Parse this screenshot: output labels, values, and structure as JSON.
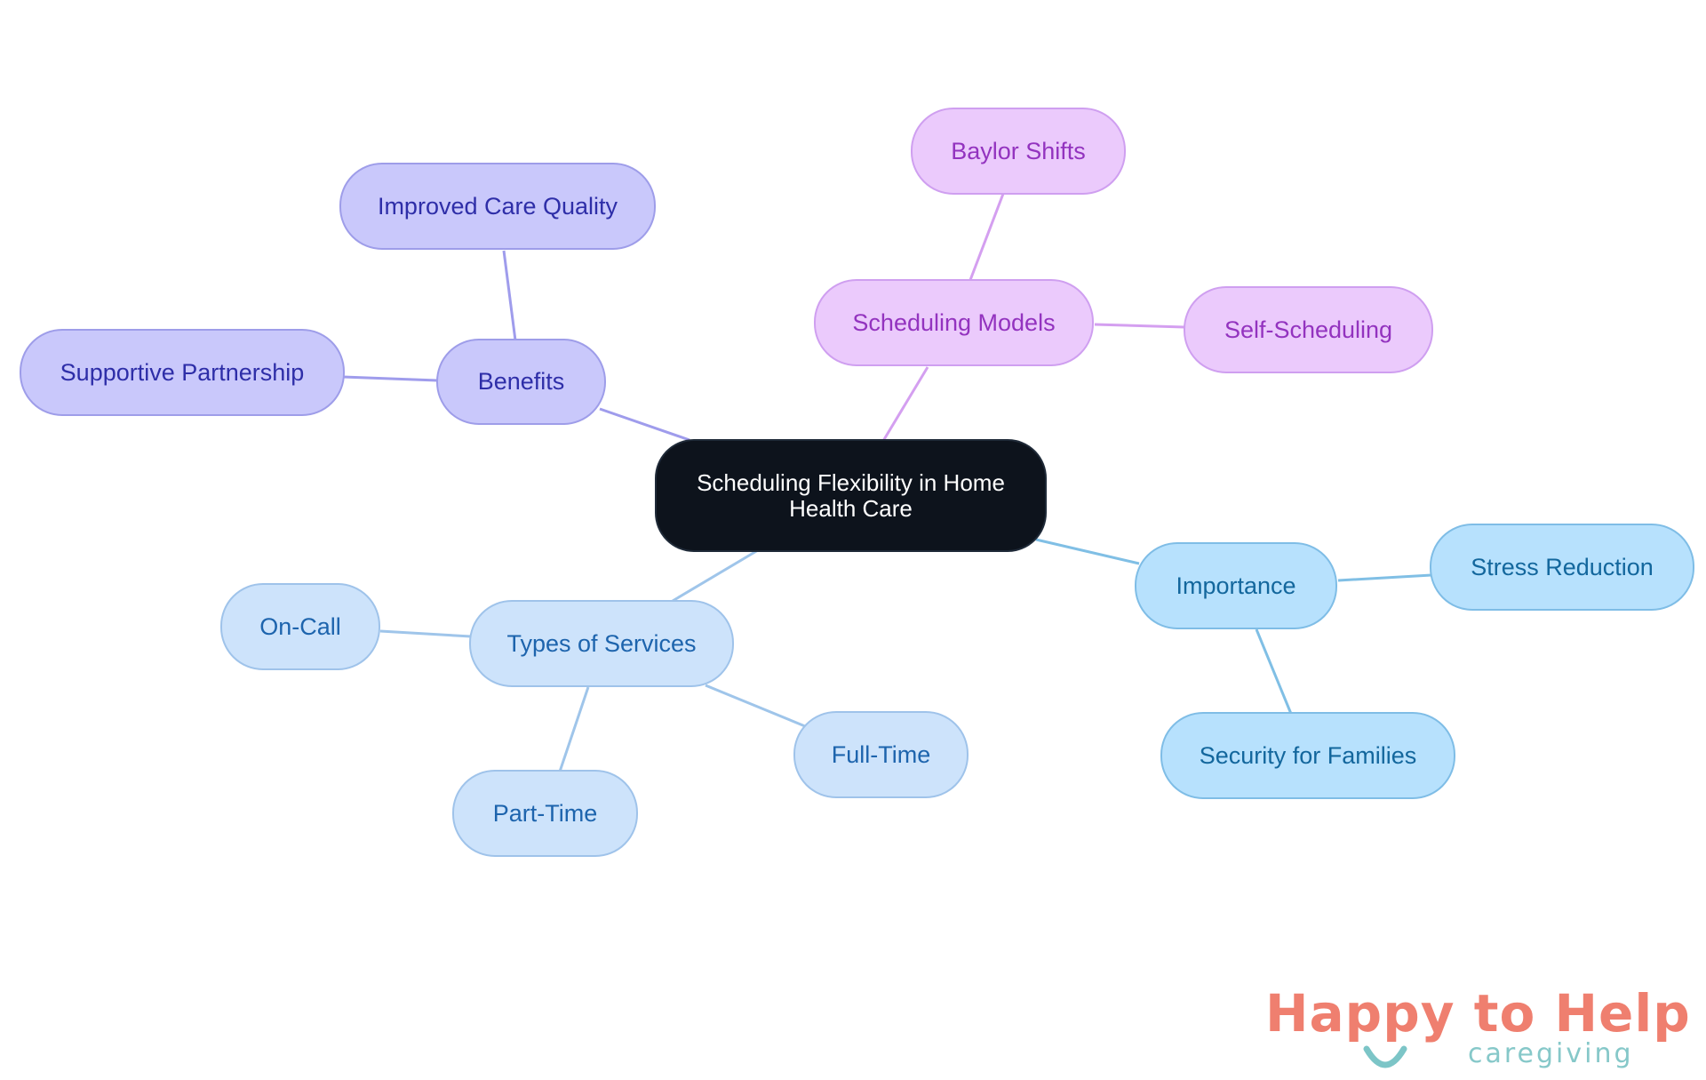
{
  "colors": {
    "purple_edge": "#9f9cec",
    "violet_edge": "#d49ff0",
    "lightblue_edge": "#9fc5ea",
    "skyblue_edge": "#80bfe5"
  },
  "mindmap": {
    "root": "Scheduling Flexibility in Home Health Care",
    "benefits": {
      "label": "Benefits",
      "improved_care_quality": "Improved Care Quality",
      "supportive_partnership": "Supportive Partnership"
    },
    "scheduling_models": {
      "label": "Scheduling Models",
      "baylor_shifts": "Baylor Shifts",
      "self_scheduling": "Self-Scheduling"
    },
    "types_of_services": {
      "label": "Types of Services",
      "on_call": "On-Call",
      "part_time": "Part-Time",
      "full_time": "Full-Time"
    },
    "importance": {
      "label": "Importance",
      "stress_reduction": "Stress Reduction",
      "security_for_families": "Security for Families"
    }
  },
  "logo": {
    "happy": "Happy",
    "to_help": " to Help",
    "tagline": "caregiving"
  }
}
